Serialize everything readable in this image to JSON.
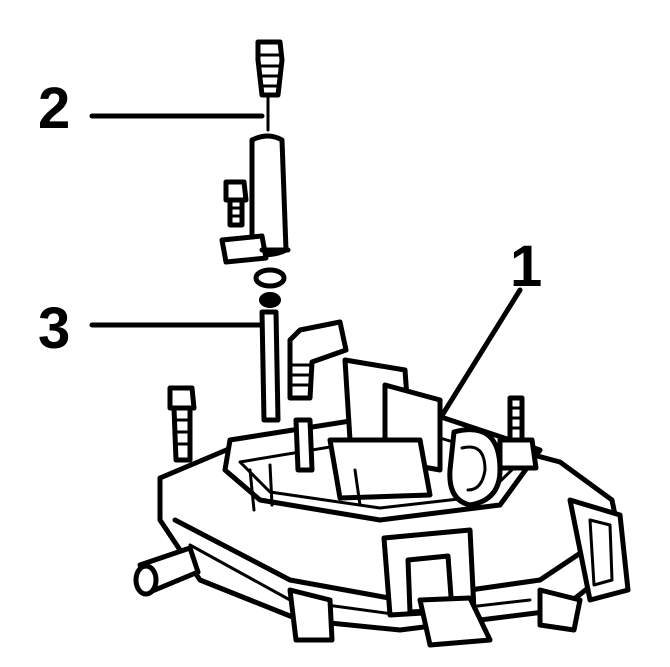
{
  "callouts": {
    "label_1": "1",
    "label_2": "2",
    "label_3": "3"
  },
  "colors": {
    "ink": "#000000",
    "paper": "#ffffff"
  }
}
